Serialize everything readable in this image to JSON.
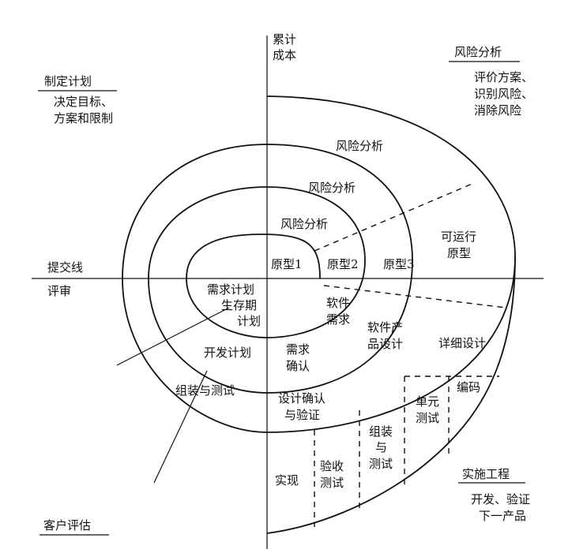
{
  "axis_labels": {
    "cost": [
      "累计",
      "成本"
    ],
    "commit_line": "提交线",
    "review": "评审"
  },
  "quadrants": {
    "planning": {
      "title": "制定计划",
      "lines": [
        "决定目标、",
        "方案和限制"
      ]
    },
    "risk": {
      "title": "风险分析",
      "lines": [
        "评价方案、",
        "识别风险、",
        "消除风险"
      ]
    },
    "engineering": {
      "title": "实施工程",
      "lines": [
        "开发、验证",
        "下一产品"
      ]
    },
    "customer": {
      "title": "客户评估"
    }
  },
  "spiral": {
    "risk_labels": [
      "风险分析",
      "风险分析",
      "风险分析"
    ],
    "prototypes": [
      "原型1",
      "原型2",
      "原型3"
    ],
    "operational_prototype": [
      "可运行",
      "原型"
    ],
    "plans": {
      "requirements_plan": [
        "需求计划",
        "生存期",
        "计划"
      ],
      "development_plan": "开发计划",
      "integration_test": "组装与测试"
    },
    "engineering_steps": {
      "software_requirements": [
        "软件",
        "需求"
      ],
      "product_design": [
        "软件产",
        "品设计"
      ],
      "detailed_design": "详细设计",
      "requirements_validation": [
        "需求",
        "确认"
      ],
      "design_verification": [
        "设计确认",
        "与验证"
      ],
      "coding": "编码",
      "unit_test": [
        "单元",
        "测试"
      ],
      "assembly_test": [
        "组装",
        "与",
        "测试"
      ],
      "acceptance_test": [
        "验收",
        "测试"
      ],
      "implementation": "实现"
    }
  }
}
